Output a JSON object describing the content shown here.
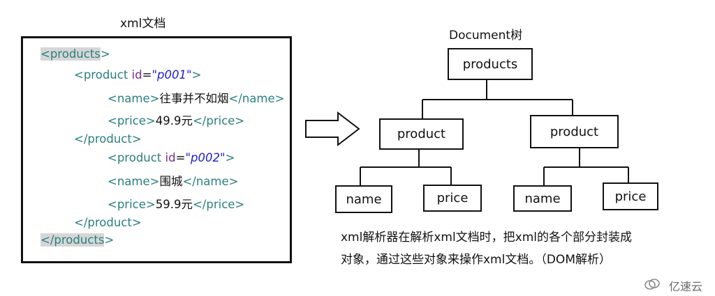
{
  "left": {
    "title": "xml文档",
    "lines": [
      {
        "indent": 0,
        "open": "<",
        "name": "products",
        "close": ">",
        "highlight": true
      },
      {
        "indent": 1,
        "open": "<",
        "name": "product",
        "attr": "id",
        "eq": "=",
        "value": "\"p001\"",
        "close": ">"
      },
      {
        "indent": 2,
        "open": "<",
        "name": "name",
        "close": ">",
        "text": "往事并不如烟",
        "end": "</name>"
      },
      {
        "indent": 2,
        "open": "<",
        "name": "price",
        "close": ">",
        "text": "49.9元",
        "end": "</price>"
      },
      {
        "indent": 1,
        "open": "</",
        "name": "product",
        "close": ">"
      },
      {
        "indent": 2,
        "open": "<",
        "name": "product",
        "attr": "id",
        "eq": "=",
        "value": "\"p002\"",
        "close": ">"
      },
      {
        "indent": 2,
        "open": "<",
        "name": "name",
        "close": ">",
        "text": "围城",
        "end": "</name>"
      },
      {
        "indent": 2,
        "open": "<",
        "name": "price",
        "close": ">",
        "text": "59.9元",
        "end": "</price>"
      },
      {
        "indent": 1,
        "open": "</",
        "name": "product",
        "close": ">"
      },
      {
        "indent": 0,
        "open": "</",
        "name": "products",
        "close": ">",
        "highlight": true
      }
    ]
  },
  "right": {
    "title": "Document树",
    "nodes": {
      "root": "products",
      "product_left": "product",
      "product_right": "product",
      "name_left": "name",
      "price_left": "price",
      "name_right": "name",
      "price_right": "price"
    },
    "description": [
      "xml解析器在解析xml文档时，把xml的各个部分封装成",
      "对象，通过这些对象来操作xml文档。（DOM解析）"
    ]
  },
  "watermark": "亿速云",
  "colors": {
    "tag": "#2a7f7f",
    "attr": "#7b2a8c",
    "value": "#1f1fd0",
    "text": "#111111",
    "highlight": "#d6d6d6"
  },
  "icons": [
    "right-arrow-icon",
    "logo-icon"
  ]
}
